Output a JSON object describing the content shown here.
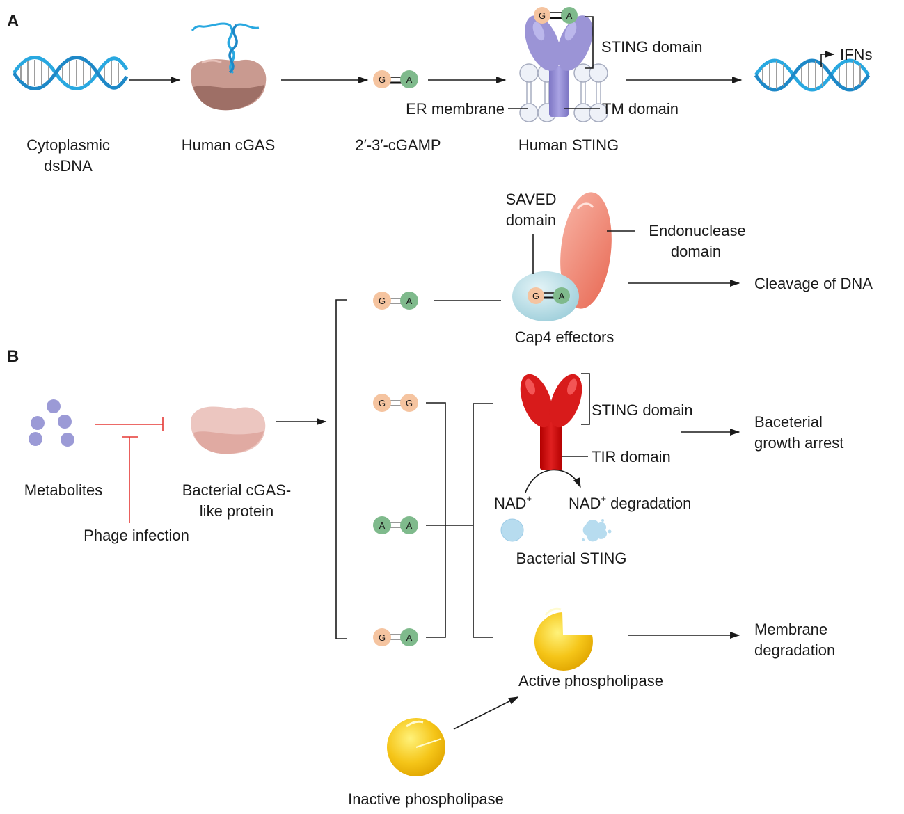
{
  "panels": {
    "a": "A",
    "b": "B"
  },
  "nucleotides": {
    "g": "G",
    "a": "A"
  },
  "panel_a": {
    "dsdna": [
      "Cytoplasmic",
      "dsDNA"
    ],
    "cgas": "Human cGAS",
    "cgamp": "2′-3′-cGAMP",
    "sting": "Human STING",
    "sting_domain": "STING domain",
    "er_membrane": "ER membrane",
    "tm_domain": "TM domain",
    "ifns": "IFNs"
  },
  "panel_b": {
    "saved_domain": [
      "SAVED",
      "domain"
    ],
    "endonuclease_domain": [
      "Endonuclease",
      "domain"
    ],
    "cleavage": "Cleavage of DNA",
    "cap4": "Cap4 effectors",
    "metabolites": "Metabolites",
    "phage": "Phage infection",
    "bacterial_cgas": [
      "Bacterial cGAS-",
      "like protein"
    ],
    "sting_domain": "STING domain",
    "tir_domain": "TIR domain",
    "growth_arrest": [
      "Baceterial",
      "growth arrest"
    ],
    "nad": "NAD",
    "nad_sup": "+",
    "nad_deg": "NAD",
    "nad_deg_sup": "+",
    "nad_deg_rest": " degradation",
    "bacterial_sting": "Bacterial STING",
    "active_phospholipase": "Active phospholipase",
    "membrane_degradation": [
      "Membrane",
      "degradation"
    ],
    "inactive_phospholipase": "Inactive phospholipase"
  },
  "colors": {
    "guanine": "#f5c4a0",
    "adenine": "#7fba8c",
    "cgas_human": "#c99a90",
    "cgas_bacterial": "#ecc6c0",
    "sting_human": "#9b94d6",
    "sting_bacterial": "#d81b1b",
    "cap4_saved": "#b8dde6",
    "endonuclease": "#f0907e",
    "phospholipase": "#f5c518",
    "metabolite": "#9b9ad6",
    "inhibition": "#e53935",
    "dna": "#29a8e0"
  }
}
